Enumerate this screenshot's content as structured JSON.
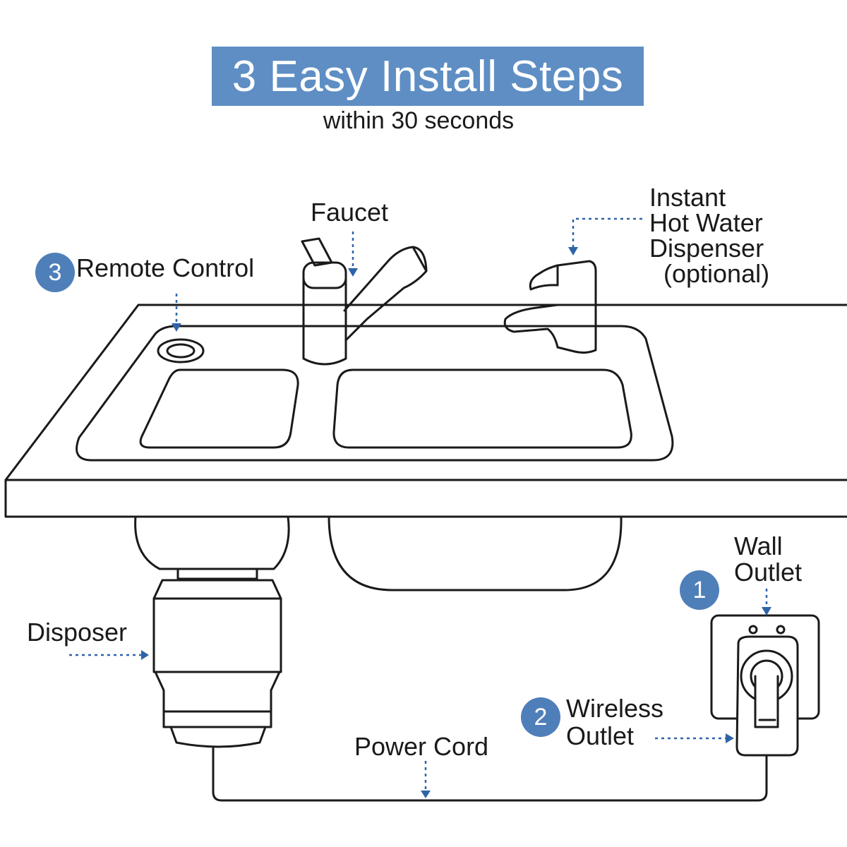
{
  "header": {
    "title": "3 Easy Install Steps",
    "subtitle": "within 30 seconds"
  },
  "steps": [
    {
      "number": "1",
      "label_lines": [
        "Wall",
        "Outlet"
      ]
    },
    {
      "number": "2",
      "label_lines": [
        "Wireless",
        "Outlet"
      ]
    },
    {
      "number": "3",
      "label": "Remote Control"
    }
  ],
  "labels": {
    "faucet": "Faucet",
    "dispenser_lines": [
      "Instant",
      "Hot Water",
      "Dispenser",
      "(optional)"
    ],
    "disposer": "Disposer",
    "power_cord": "Power Cord"
  },
  "colors": {
    "accent": "#5e8ec4",
    "badge": "#4f7fb9",
    "arrow": "#2f63a8",
    "line": "#1a1a1a"
  }
}
